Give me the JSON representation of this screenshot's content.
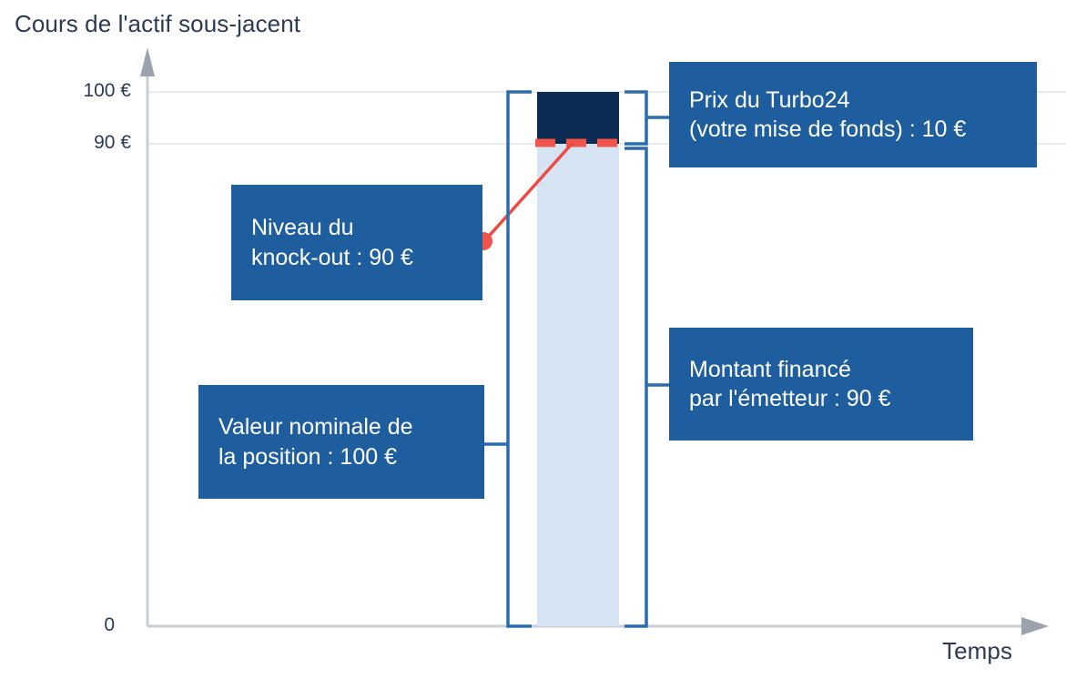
{
  "axes": {
    "y_title": "Cours de l'actif sous-jacent",
    "x_title": "Temps",
    "ticks": [
      {
        "label": "100 €",
        "value": 100
      },
      {
        "label": "90 €",
        "value": 90
      },
      {
        "label": "0",
        "value": 0
      }
    ]
  },
  "callouts": {
    "price": "Prix du Turbo24\n(votre mise de fonds) : 10 €",
    "knockout": "Niveau du\nknock-out : 90 €",
    "nominal": "Valeur nominale de\nla position : 100 €",
    "financed": "Montant financé\npar l'émetteur : 90 €"
  },
  "colors": {
    "callout_blue": "#1f5e9e",
    "bar_top_navy": "#0d2c53",
    "bar_body_light": "#d6e3f3",
    "knockout_red": "#f0544c",
    "bracket_blue": "#2a6cad",
    "axis_gray": "#c9cdd4",
    "grid_gray": "#e8eaed",
    "text_navy": "#2b3a55"
  },
  "chart_data": {
    "type": "bar",
    "title": "Cours de l'actif sous-jacent",
    "xlabel": "Temps",
    "ylabel": "Cours de l'actif sous-jacent",
    "ylim": [
      0,
      108
    ],
    "grid": true,
    "legend": "none",
    "categories": [
      "Turbo24"
    ],
    "series": [
      {
        "name": "Montant financé par l'émetteur",
        "values": [
          90
        ],
        "color": "#d6e3f3",
        "range": [
          0,
          90
        ]
      },
      {
        "name": "Prix du Turbo24 (votre mise de fonds)",
        "values": [
          10
        ],
        "color": "#0d2c53",
        "range": [
          90,
          100
        ]
      }
    ],
    "annotations": [
      {
        "name": "knock-out-level",
        "value": 90,
        "label": "Niveau du knock-out : 90 €",
        "style": "dashed",
        "color": "#f0544c"
      },
      {
        "name": "nominal-value",
        "value": 100,
        "label": "Valeur nominale de la position : 100 €",
        "range": [
          0,
          100
        ]
      },
      {
        "name": "turbo-price",
        "value": 10,
        "label": "Prix du Turbo24 (votre mise de fonds) : 10 €",
        "range": [
          90,
          100
        ]
      },
      {
        "name": "financed-amount",
        "value": 90,
        "label": "Montant financé par l'émetteur : 90 €",
        "range": [
          0,
          90
        ]
      }
    ]
  }
}
